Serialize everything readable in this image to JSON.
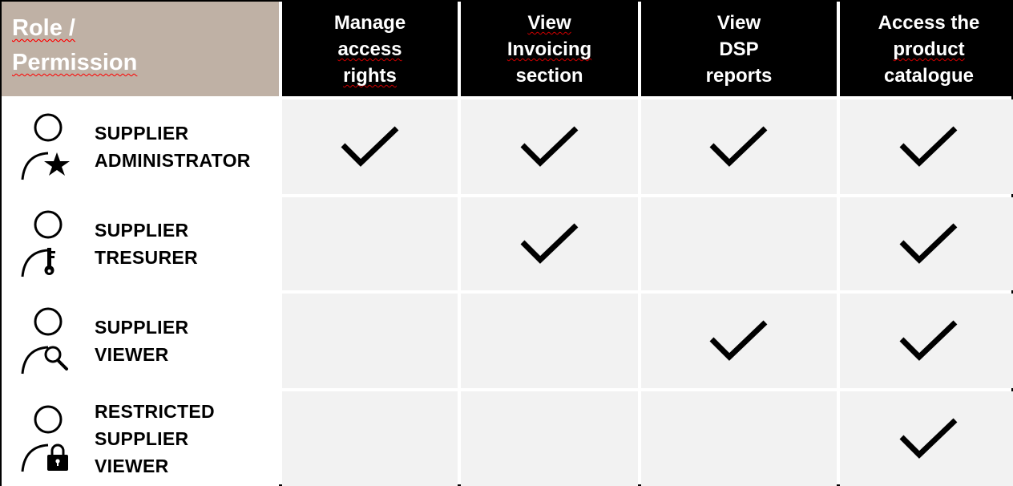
{
  "corner": {
    "line1": "Role /",
    "line2": "Permission"
  },
  "columns": [
    {
      "lines": [
        "Manage",
        "access",
        "rights"
      ],
      "squiggle": [
        false,
        true,
        true
      ]
    },
    {
      "lines": [
        "View",
        "Invoicing",
        "section"
      ],
      "squiggle": [
        true,
        true,
        false
      ]
    },
    {
      "lines": [
        "View",
        "DSP",
        "reports"
      ],
      "squiggle": [
        false,
        false,
        false
      ]
    },
    {
      "lines": [
        "Access the",
        "product",
        "catalogue"
      ],
      "squiggle": [
        false,
        true,
        false
      ]
    }
  ],
  "rows": [
    {
      "lines": [
        "SUPPLIER",
        "ADMINISTRATOR"
      ],
      "icon": "user-star-icon",
      "perms": [
        true,
        true,
        true,
        true
      ]
    },
    {
      "lines": [
        "SUPPLIER",
        "TRESURER"
      ],
      "icon": "user-key-icon",
      "perms": [
        false,
        true,
        false,
        true
      ]
    },
    {
      "lines": [
        "SUPPLIER",
        "VIEWER"
      ],
      "icon": "user-magnifier-icon",
      "perms": [
        false,
        false,
        true,
        true
      ]
    },
    {
      "lines": [
        "RESTRICTED",
        "SUPPLIER",
        "VIEWER"
      ],
      "icon": "user-lock-icon",
      "perms": [
        false,
        false,
        false,
        true
      ]
    }
  ],
  "colors": {
    "corner_bg": "#bfb1a5",
    "header_bg": "#000000",
    "cell_bg": "#f2f2f2",
    "check": "#000000"
  }
}
